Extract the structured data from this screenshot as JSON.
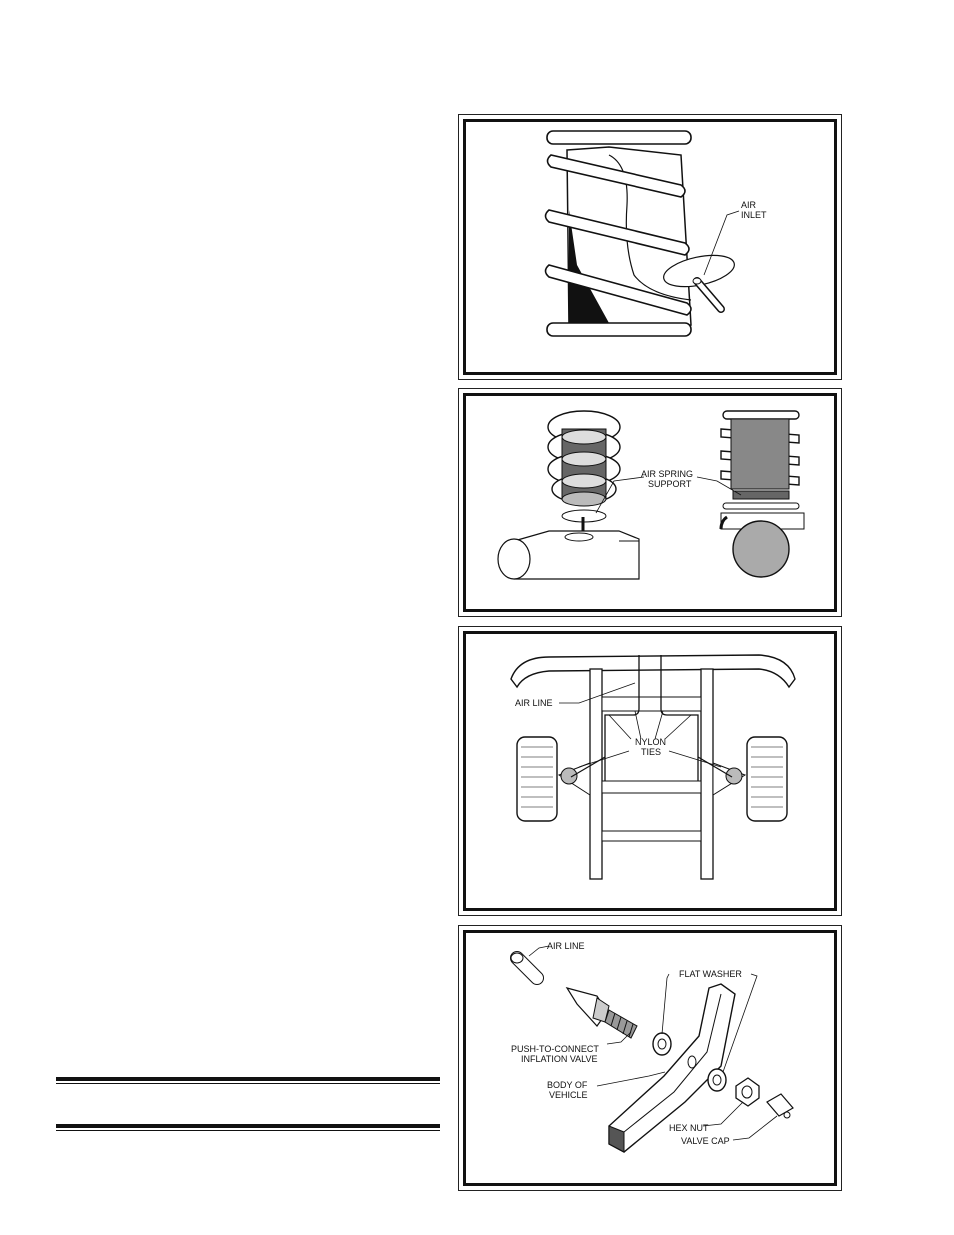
{
  "figures": [
    {
      "labels": {
        "air_inlet_1": "AIR",
        "air_inlet_2": "INLET"
      }
    },
    {
      "labels": {
        "support_1": "AIR SPRING",
        "support_2": "SUPPORT"
      }
    },
    {
      "labels": {
        "air_line": "AIR LINE",
        "ties_1": "NYLON",
        "ties_2": "TIES"
      }
    },
    {
      "labels": {
        "air_line": "AIR LINE",
        "flat_washer": "FLAT WASHER",
        "valve_1": "PUSH-TO-CONNECT",
        "valve_2": "INFLATION VALVE",
        "body_1": "BODY OF",
        "body_2": "VEHICLE",
        "hex_nut": "HEX NUT",
        "valve_cap": "VALVE CAP"
      }
    }
  ]
}
